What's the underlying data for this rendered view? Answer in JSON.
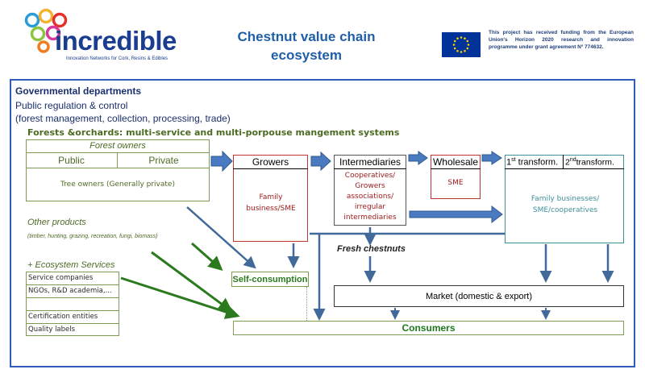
{
  "header": {
    "logo_word": "incredible",
    "logo_tagline": "Innovation Networks for Cork, Resins & Edibles",
    "title_line1": "Chestnut value chain",
    "title_line2": "ecosystem",
    "funding_text": "This project has received funding from the European Union's Horizon 2020 research and innovation programme under grant agreement Nº 774632."
  },
  "gov": {
    "title": "Governmental departments",
    "line1": "Public regulation & control",
    "line2": "(forest management, collection, processing, trade)"
  },
  "forests_heading": "Forests &orchards: multi-service and multi-porpouse mangement systems",
  "forest_owners": {
    "title": "Forest owners",
    "public": "Public",
    "private": "Private",
    "tree_owners": "Tree owners (Generally private)"
  },
  "other_products": {
    "title": "Other products",
    "detail": "(timber, hunting, grazing, recreation, fungi, biomass)"
  },
  "ecosystem": {
    "title": "+ Ecosystem Services",
    "items": [
      "Service companies",
      "NGOs, R&D academia,...",
      "",
      "Certification entities",
      "Quality labels"
    ]
  },
  "growers": {
    "title": "Growers",
    "body": "Family business/SME"
  },
  "intermediaries": {
    "title": "Intermediaries",
    "body": "Cooperatives/ Growers associations/ irregular intermediaries"
  },
  "wholesale": {
    "title": "Wholesale",
    "body": "SME"
  },
  "transform": {
    "first_num": "1",
    "first_sup": "st",
    "first_rest": " transform.",
    "second_num": "2",
    "second_sup": "nd",
    "second_rest": "transform.",
    "body": "Family businesses/ SME/cooperatives"
  },
  "fresh_chestnuts": "Fresh chestnuts",
  "self_consumption": "Self-consumption",
  "market": "Market (domestic & export)",
  "consumers": "Consumers",
  "colors": {
    "title_blue": "#1f5fa8",
    "arrow_blue": "#41699a",
    "arrow_green": "#2b7a1e",
    "olive": "#7f9a52",
    "dark_red": "#a01c1c",
    "teal": "#3f8f9a",
    "frame_blue": "#2f5cb8",
    "heading_green": "#4e6b24",
    "consumer_green": "#1f7a1f"
  }
}
